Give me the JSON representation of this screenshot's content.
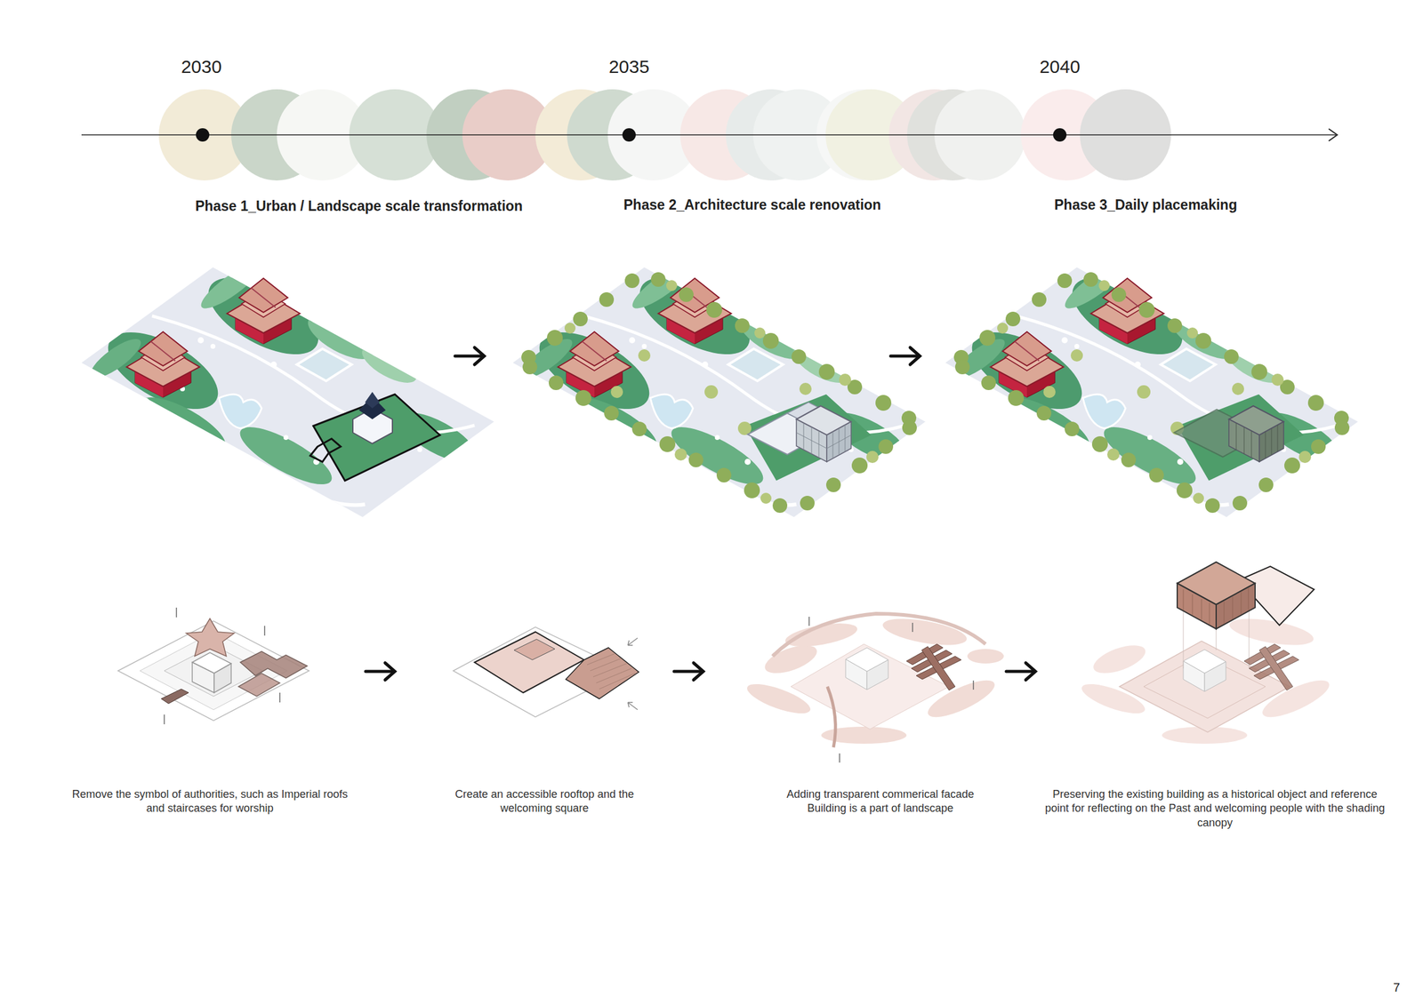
{
  "diagram": {
    "labels": [
      "2030",
      "2035",
      "2040",
      "Phase 1_Urban / Landscape scale transformation",
      "Phase 2_Architecture scale renovation",
      "Phase 3_Daily placemaking",
      "Remove the symbol of authorities, such as Imperial roofs and staircases for worship",
      "Create an accessible rooftop and the welcoming square",
      "Adding transparent commerical facade Building is a part of landscape",
      "Preserving the existing building as a historical object and reference point for reflecting on the Past and welcoming people with the shading canopy",
      "7"
    ]
  }
}
